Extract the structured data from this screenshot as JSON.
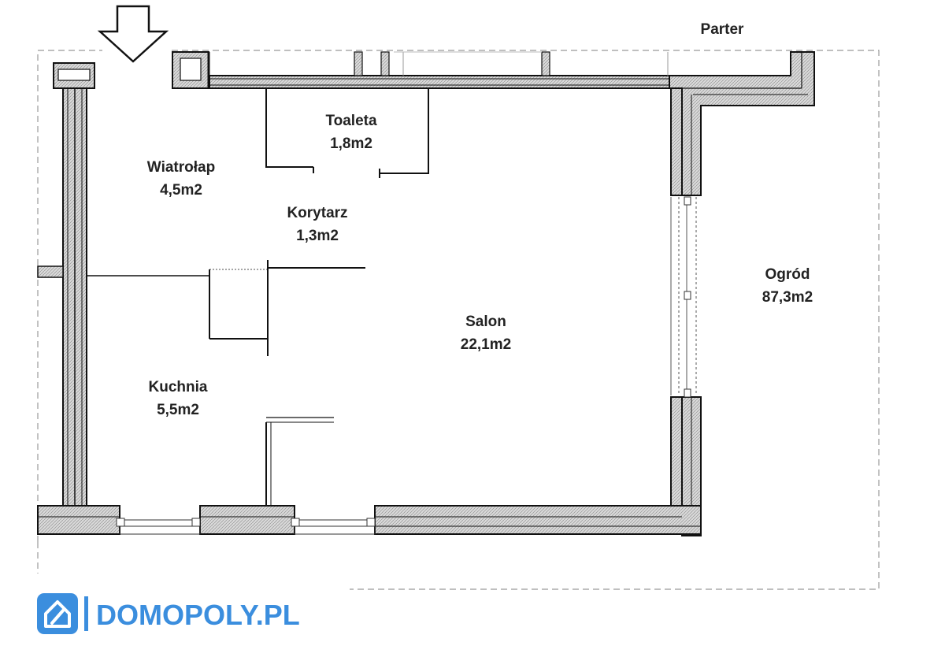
{
  "floor": {
    "title": "Parter"
  },
  "rooms": [
    {
      "name": "Toaleta",
      "area": "1,8m2"
    },
    {
      "name": "Wiatrołap",
      "area": "4,5m2"
    },
    {
      "name": "Korytarz",
      "area": "1,3m2"
    },
    {
      "name": "Ogród",
      "area": "87,3m2"
    },
    {
      "name": "Salon",
      "area": "22,1m2"
    },
    {
      "name": "Kuchnia",
      "area": "5,5m2"
    }
  ],
  "brand": {
    "name": "DOMOPOLY.PL",
    "color": "#3b8ede"
  },
  "icons": {
    "entrance": "down-arrow-icon",
    "logo": "house-logo-icon"
  }
}
